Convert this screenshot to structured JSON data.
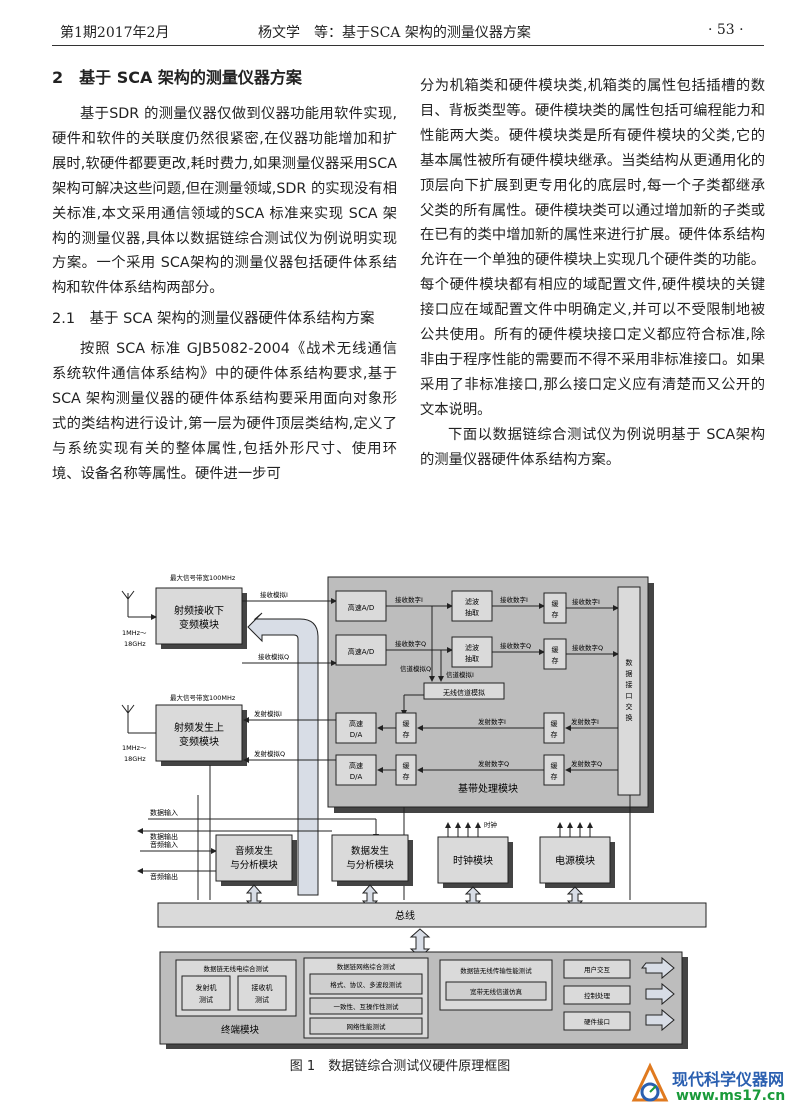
{
  "header": {
    "issue": "第1期2017年2月",
    "title": "杨文学　等：基于SCA 架构的测量仪器方案",
    "page": "· 53 ·"
  },
  "section": {
    "heading": "2　基于 SCA 架构的测量仪器方案",
    "intro": "基于SDR 的测量仪器仅做到仪器功能用软件实现,硬件和软件的关联度仍然很紧密,在仪器功能增加和扩展时,软硬件都要更改,耗时费力,如果测量仪器采用SCA 架构可解决这些问题,但在测量领域,SDR 的实现没有相关标准,本文采用通信领域的SCA 标准来实现 SCA 架构的测量仪器,具体以数据链综合测试仪为例说明实现方案。一个采用 SCA架构的测量仪器包括硬件体系结构和软件体系结构两部分。",
    "subheading": "2.1　基于 SCA 架构的测量仪器硬件体系结构方案",
    "para2": "按照 SCA 标准 GJB5082-2004《战术无线通信系统软件通信体系结构》中的硬件体系结构要求,基于 SCA 架构测量仪器的硬件体系结构要采用面向对象形式的类结构进行设计,第一层为硬件顶层类结构,定义了与系统实现有关的整体属性,包括外形尺寸、使用环境、设备名称等属性。硬件进一步可",
    "right_p1": "分为机箱类和硬件模块类,机箱类的属性包括插槽的数目、背板类型等。硬件模块类的属性包括可编程能力和性能两大类。硬件模块类是所有硬件模块的父类,它的基本属性被所有硬件模块继承。当类结构从更通用化的顶层向下扩展到更专用化的底层时,每一个子类都继承父类的所有属性。硬件模块类可以通过增加新的子类或在已有的类中增加新的属性来进行扩展。硬件体系结构允许在一个单独的硬件模块上实现几个硬件类的功能。每个硬件模块都有相应的域配置文件,硬件模块的关键接口应在域配置文件中明确定义,并可以不受限制地被公共使用。所有的硬件模块接口定义都应符合标准,除非由于程序性能的需要而不得不采用非标准接口。如果采用了非标准接口,那么接口定义应有清楚而又公开的文本说明。",
    "right_p2": "下面以数据链综合测试仪为例说明基于 SCA架构的测量仪器硬件体系结构方案。"
  },
  "figure": {
    "caption": "图 1　数据链综合测试仪硬件原理框图",
    "rx_module": [
      "射频接收下",
      "变频模块"
    ],
    "tx_module": [
      "射频发生上",
      "变频模块"
    ],
    "max_bw_rx": "最大信号带宽100MHz",
    "max_bw_tx": "最大信号带宽100MHz",
    "freq_range_rx": [
      "1MHz～",
      "18GHz"
    ],
    "freq_range_tx": [
      "1MHz～",
      "18GHz"
    ],
    "rx_analog_i": "接收模拟I",
    "rx_analog_q": "接收模拟Q",
    "tx_analog_i": "发射模拟I",
    "tx_analog_q": "发射模拟Q",
    "adc_i": "高速A/D",
    "adc_q": "高速A/D",
    "rx_digital_i": "接收数字I",
    "rx_digital_q": "接收数字Q",
    "filter_i": [
      "滤波",
      "抽取"
    ],
    "filter_q": [
      "滤波",
      "抽取"
    ],
    "rx_digital_i2": "接收数字I",
    "rx_digital_q2": "接收数字Q",
    "cache1": [
      "缓",
      "存"
    ],
    "cache2": [
      "缓",
      "存"
    ],
    "cache3": [
      "缓",
      "存"
    ],
    "cache4": [
      "缓",
      "存"
    ],
    "cache5": [
      "缓",
      "存"
    ],
    "cache6": [
      "缓",
      "存"
    ],
    "loop_i": "信道模拟I",
    "loop_q": "信道模拟Q",
    "channel_sim": "无线信道模拟",
    "dac_i": [
      "高速",
      "D/A"
    ],
    "dac_q": [
      "高速",
      "D/A"
    ],
    "tx_digital_i": "发射数字I",
    "tx_digital_q": "发射数字Q",
    "tx_digital_i2": "发射数字I",
    "tx_digital_q2": "发射数字Q",
    "iface": [
      "数",
      "据",
      "接",
      "口",
      "交",
      "换"
    ],
    "baseband": "基带处理模块",
    "data_in": "数据输入",
    "data_out": "数据输出",
    "audio_in": "音频输入",
    "audio_out": "音频输出",
    "audio_mod": [
      "音频发生",
      "与分析模块"
    ],
    "data_mod": [
      "数据发生",
      "与分析模块"
    ],
    "clock_mod": "时钟模块",
    "clock_label": "时钟",
    "power_mod": "电源模块",
    "bus": "总线",
    "terminal_module": "终端模块",
    "t_radio_test": "数据链无线电综合测试",
    "t_tx_test": [
      "发射机",
      "测试"
    ],
    "t_rx_test": [
      "接收机",
      "测试"
    ],
    "t_net_test": "数据链网络综合测试",
    "t_net_items": "格式、协议、多波段测试",
    "t_consistency": "一致性、互操作性测试",
    "t_net_perf": "网络性能测试",
    "t_link_perf": "数据链无线传输性能测试",
    "t_wideband": "宽带无线信道仿真",
    "t_user": "用户交互",
    "t_ctrl": "控制处理",
    "t_hwif": "硬件接口"
  },
  "watermark": {
    "name": "现代科学仪器网",
    "url": "www.ms17.cn"
  },
  "colors": {
    "block_fill": "#dadada",
    "baseband_fill": "#bdbdbd",
    "arrow_fill": "#d8dde6",
    "watermark_blue": "#2a5fb0",
    "watermark_green": "#1a9a3a",
    "watermark_orange": "#e07a1f"
  }
}
